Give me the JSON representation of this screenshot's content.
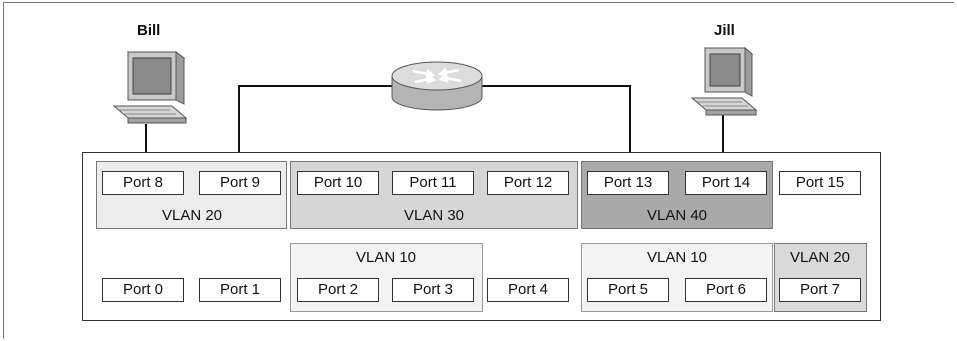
{
  "hosts": {
    "left_name": "Bill",
    "right_name": "Jill"
  },
  "vlans": {
    "top_left": "VLAN 20",
    "top_mid": "VLAN 30",
    "top_right": "VLAN 40",
    "bottom_mid": "VLAN 10",
    "bottom_right": "VLAN 10",
    "bottom_far": "VLAN 20"
  },
  "ports": {
    "p0": "Port 0",
    "p1": "Port 1",
    "p2": "Port 2",
    "p3": "Port 3",
    "p4": "Port 4",
    "p5": "Port 5",
    "p6": "Port 6",
    "p7": "Port 7",
    "p8": "Port 8",
    "p9": "Port 9",
    "p10": "Port 10",
    "p11": "Port 11",
    "p12": "Port 12",
    "p13": "Port 13",
    "p14": "Port 14",
    "p15": "Port 15"
  },
  "colors": {
    "vlan20": "#ececec",
    "vlan30": "#d6d6d6",
    "vlan40": "#a9a9a9",
    "vlan10": "#f3f3f3"
  },
  "icons": [
    "computer-icon",
    "router-icon"
  ]
}
